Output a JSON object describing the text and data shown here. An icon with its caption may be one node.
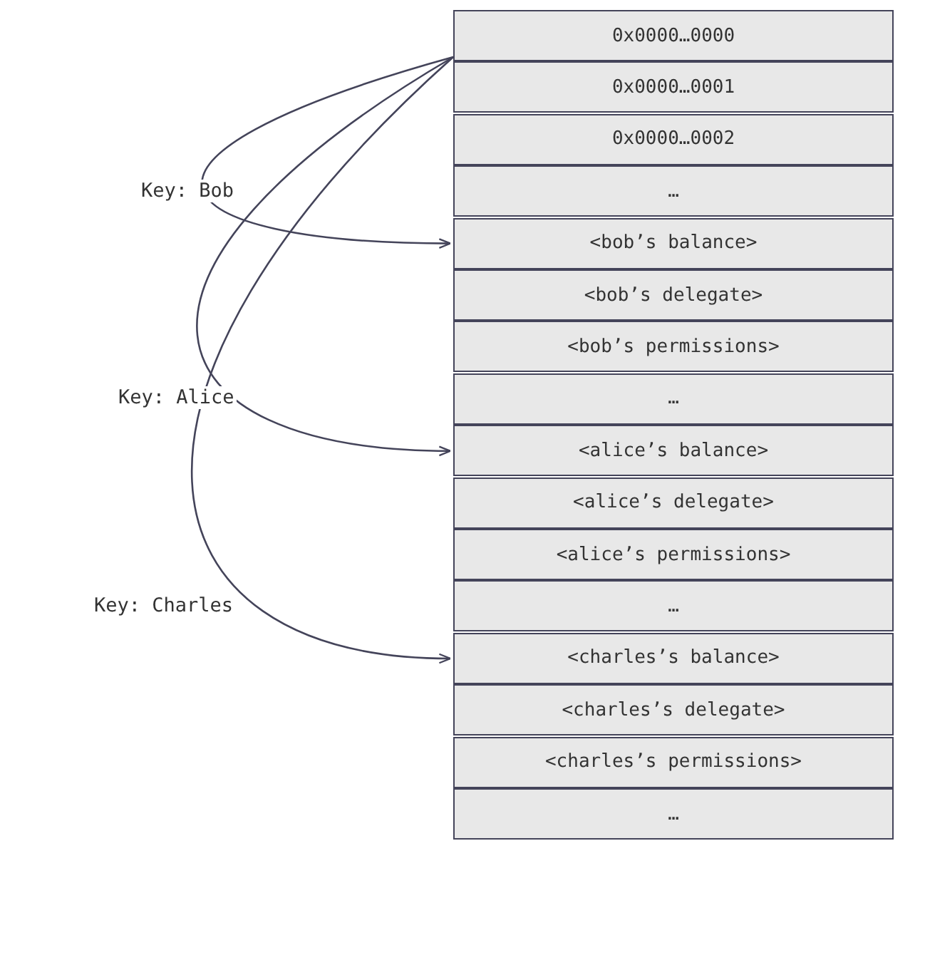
{
  "diagram": {
    "nodes": [
      {
        "text": [
          "0x0000…0000"
        ]
      },
      {
        "text": [
          "0x0000…0001"
        ]
      },
      {
        "text": [
          "0x0000…0002"
        ]
      },
      {
        "text": [
          "…"
        ]
      },
      {
        "text": [
          "<bob’s balance>"
        ]
      },
      {
        "text": [
          "<bob’s delegate>"
        ]
      },
      {
        "text": [
          "<bob’s permissions>"
        ]
      },
      {
        "text": [
          "…"
        ]
      },
      {
        "text": [
          "<alice’s balance>"
        ]
      },
      {
        "text": [
          "<alice’s delegate>"
        ]
      },
      {
        "text": [
          "<alice’s permissions>"
        ]
      },
      {
        "text": [
          "…"
        ]
      },
      {
        "text": [
          "<charles’s balance>"
        ]
      },
      {
        "text": [
          "<charles’s delegate>"
        ]
      },
      {
        "text": [
          "<charles’s permissions>"
        ]
      },
      {
        "text": [
          "…"
        ]
      }
    ],
    "edges": [
      {
        "from": 0,
        "to": 4,
        "arrow": "to",
        "label": "Key: Bob"
      },
      {
        "from": 0,
        "to": 8,
        "arrow": "to",
        "label": "Key: Alice"
      },
      {
        "from": 0,
        "to": 12,
        "arrow": "to",
        "label": "Key: Charles"
      }
    ]
  }
}
